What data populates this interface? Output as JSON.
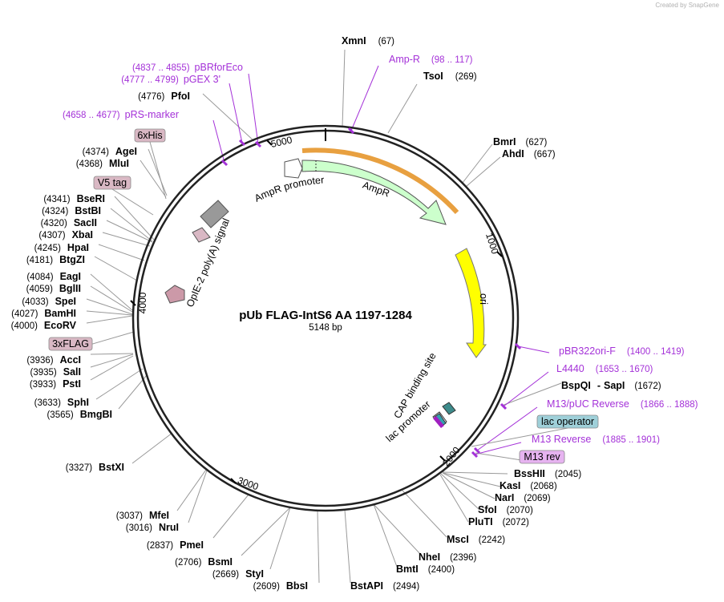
{
  "credit": "Created by  SnapGene",
  "plasmid": {
    "name": "pUb FLAG-IntS6 AA 1197-1284",
    "length": "5148 bp"
  },
  "ticks": [
    "1000",
    "2000",
    "3000",
    "4000",
    "5000"
  ],
  "enzymes": [
    {
      "name": "XmnI",
      "pos": "(67)"
    },
    {
      "name": "TsoI",
      "pos": "(269)"
    },
    {
      "name": "BmrI",
      "pos": "(627)"
    },
    {
      "name": "AhdI",
      "pos": "(667)"
    },
    {
      "name": "BspQI",
      "pos": "(1672)",
      "name2": "SapI"
    },
    {
      "name": "BssHII",
      "pos": "(2045)"
    },
    {
      "name": "KasI",
      "pos": "(2068)"
    },
    {
      "name": "NarI",
      "pos": "(2069)"
    },
    {
      "name": "SfoI",
      "pos": "(2070)"
    },
    {
      "name": "PluTI",
      "pos": "(2072)"
    },
    {
      "name": "MscI",
      "pos": "(2242)"
    },
    {
      "name": "NheI",
      "pos": "(2396)"
    },
    {
      "name": "BmtI",
      "pos": "(2400)"
    },
    {
      "name": "BstAPI",
      "pos": "(2494)"
    },
    {
      "name": "BbsI",
      "pos": "(2609)"
    },
    {
      "name": "StyI",
      "pos": "(2669)"
    },
    {
      "name": "BsmI",
      "pos": "(2706)"
    },
    {
      "name": "PmeI",
      "pos": "(2837)"
    },
    {
      "name": "NruI",
      "pos": "(3016)"
    },
    {
      "name": "MfeI",
      "pos": "(3037)"
    },
    {
      "name": "BstXI",
      "pos": "(3327)"
    },
    {
      "name": "BmgBI",
      "pos": "(3565)"
    },
    {
      "name": "SphI",
      "pos": "(3633)"
    },
    {
      "name": "PstI",
      "pos": "(3933)"
    },
    {
      "name": "SalI",
      "pos": "(3935)"
    },
    {
      "name": "AccI",
      "pos": "(3936)"
    },
    {
      "name": "EcoRV",
      "pos": "(4000)"
    },
    {
      "name": "BamHI",
      "pos": "(4027)"
    },
    {
      "name": "SpeI",
      "pos": "(4033)"
    },
    {
      "name": "BglII",
      "pos": "(4059)"
    },
    {
      "name": "EagI",
      "pos": "(4084)"
    },
    {
      "name": "BtgZI",
      "pos": "(4181)"
    },
    {
      "name": "HpaI",
      "pos": "(4245)"
    },
    {
      "name": "XbaI",
      "pos": "(4307)"
    },
    {
      "name": "SacII",
      "pos": "(4320)"
    },
    {
      "name": "BstBI",
      "pos": "(4324)"
    },
    {
      "name": "BseRI",
      "pos": "(4341)"
    },
    {
      "name": "MluI",
      "pos": "(4368)"
    },
    {
      "name": "AgeI",
      "pos": "(4374)"
    },
    {
      "name": "PfoI",
      "pos": "(4776)"
    }
  ],
  "primers": [
    {
      "name": "Amp-R",
      "pos": "(98 .. 117)"
    },
    {
      "name": "pBR322ori-F",
      "pos": "(1400 .. 1419)"
    },
    {
      "name": "L4440",
      "pos": "(1653 .. 1670)"
    },
    {
      "name": "M13/pUC Reverse",
      "pos": "(1866 .. 1888)"
    },
    {
      "name": "M13 Reverse",
      "pos": "(1885 .. 1901)"
    },
    {
      "name": "pRS-marker",
      "pos": "(4658 .. 4677)"
    },
    {
      "name": "pGEX 3'",
      "pos": "(4777 .. 4799)"
    },
    {
      "name": "pBRforEco",
      "pos": "(4837 .. 4855)"
    }
  ],
  "tags": [
    "6xHis",
    "V5 tag",
    "3xFLAG",
    "lac operator",
    "M13 rev"
  ],
  "features": [
    "AmpR promoter",
    "AmpR",
    "ori",
    "CAP binding site",
    "lac promoter",
    "OpIE-2 poly(A) signal"
  ],
  "colors": {
    "ampr": "#ccffcc",
    "ori": "#ffff00",
    "primer": "#a431d8",
    "tag": "#d9b8c4",
    "lac_operator": "#9fd0d9",
    "m13rev": "#e6b3f0"
  }
}
